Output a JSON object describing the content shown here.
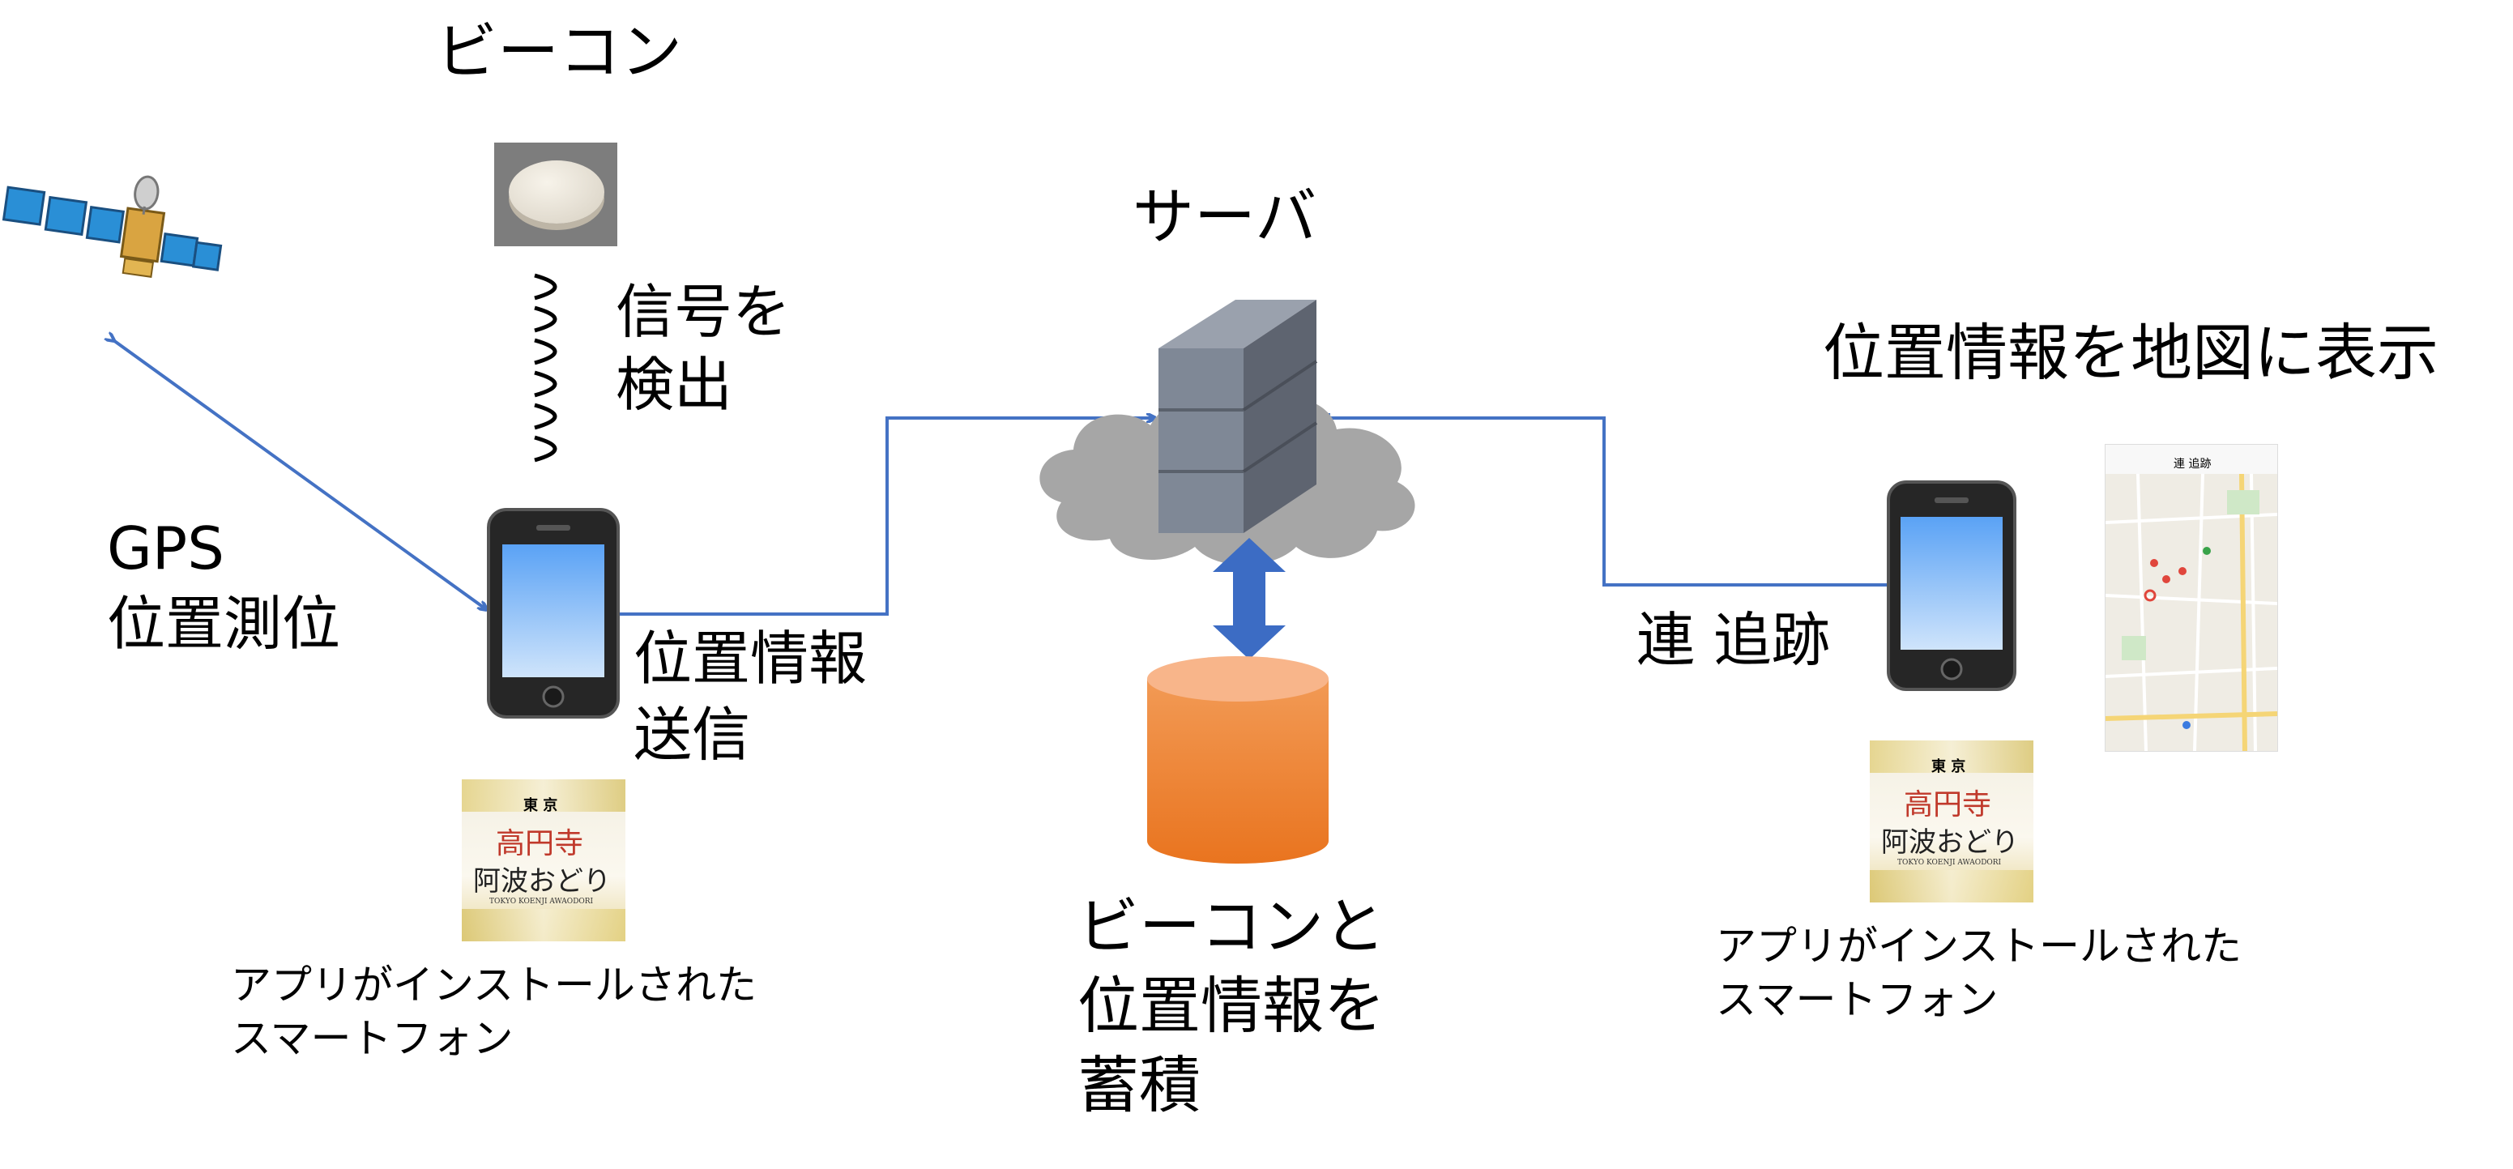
{
  "beacon": {
    "title": "ビーコン",
    "signal_label_1": "信号を",
    "signal_label_2": "検出"
  },
  "gps": {
    "label_1": "GPS",
    "label_2": "位置測位"
  },
  "sender": {
    "send_label_1": "位置情報",
    "send_label_2": "送信",
    "caption_1": "アプリがインストールされた",
    "caption_2": "スマートフォン"
  },
  "server": {
    "title": "サーバ",
    "db_label_1": "ビーコンと",
    "db_label_2": "位置情報を",
    "db_label_3": "蓄積"
  },
  "tracker": {
    "map_title": "位置情報を地図に表示",
    "track_label": "連 追跡",
    "caption_1": "アプリがインストールされた",
    "caption_2": "スマートフォン",
    "map_screen_title": "連 追跡"
  },
  "app_icon": {
    "line_1": "東 京",
    "line_2": "高円寺",
    "line_3": "阿波おどり",
    "line_4": "TOKYO KOENJI AWAODORI"
  },
  "colors": {
    "arrow": "#4472c4",
    "db_arrow": "#3c6cc4",
    "database": "#f07a2a",
    "cloud": "#a6a6a6",
    "server": "#7f8896"
  }
}
